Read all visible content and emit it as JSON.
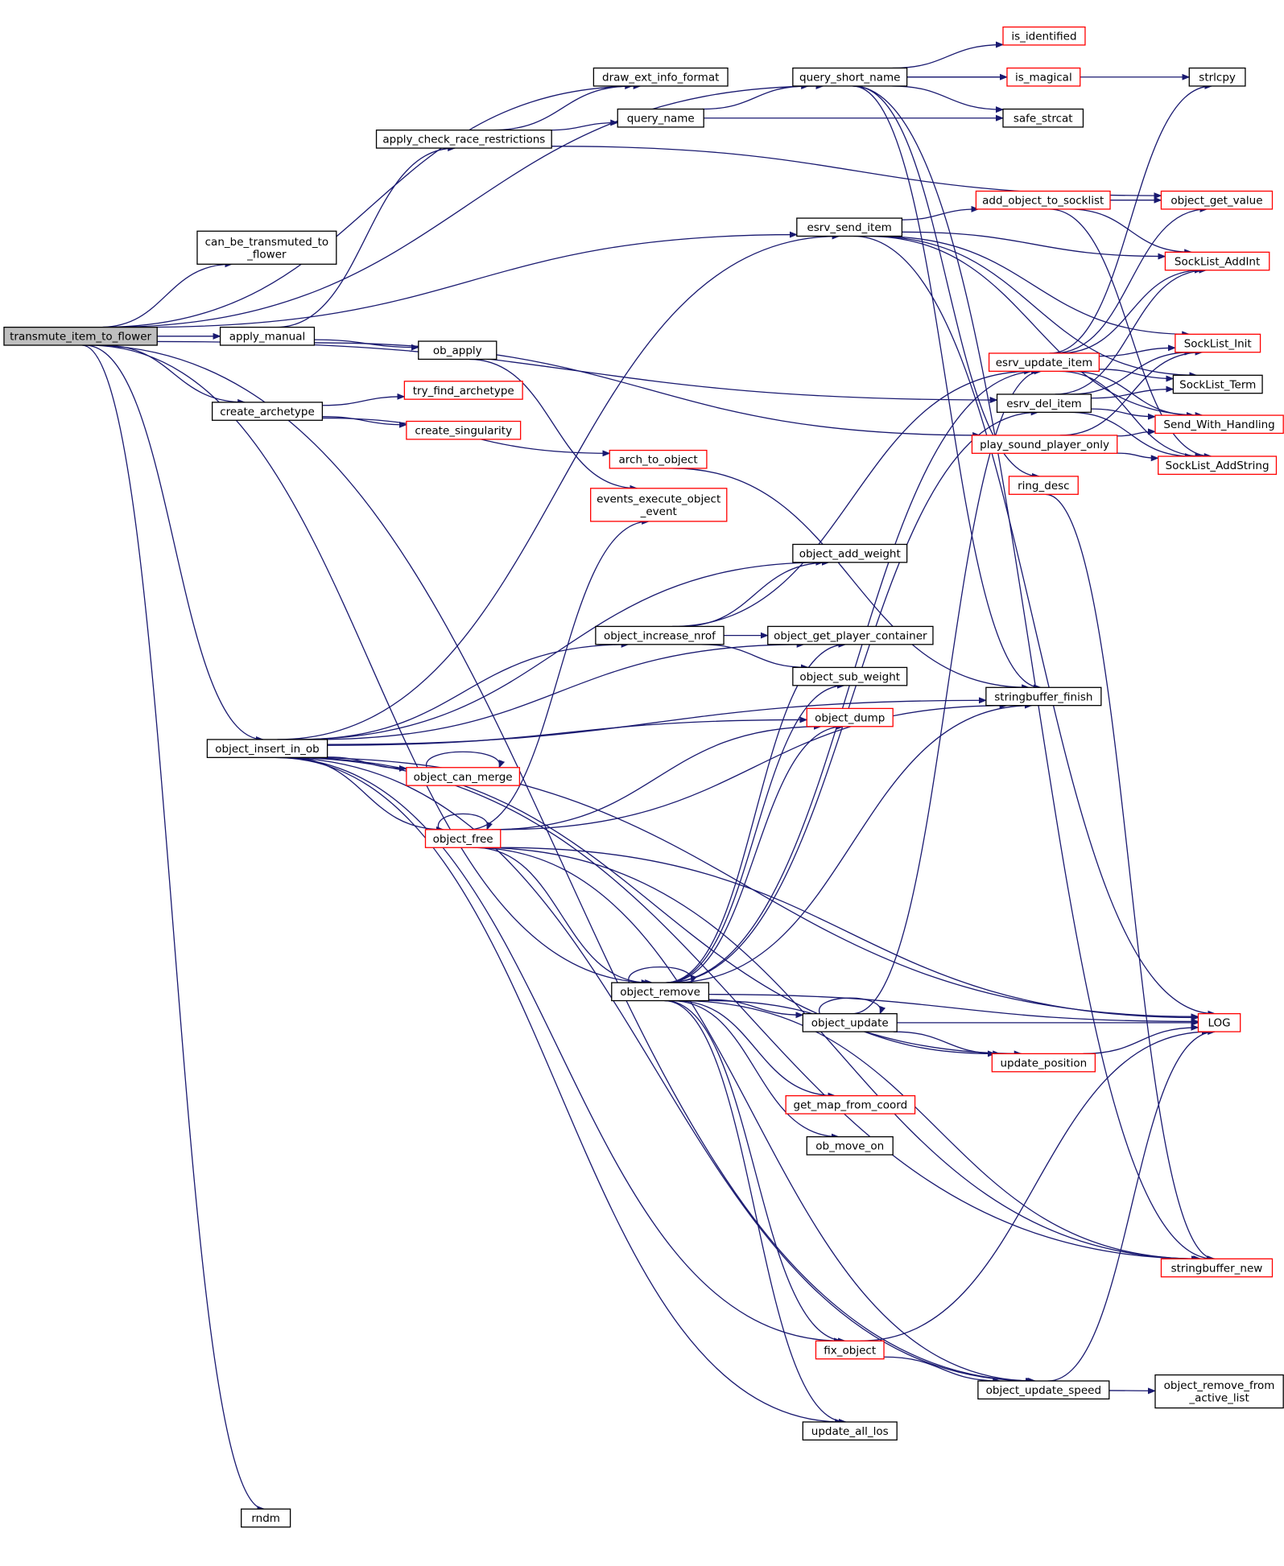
{
  "nodes": [
    {
      "id": "transmute_item_to_flower",
      "lines": [
        "transmute_item_to_flower"
      ],
      "kind": "root"
    },
    {
      "id": "can_be_transmuted_to_flower",
      "lines": [
        "can_be_transmuted_to",
        "_flower"
      ],
      "kind": "normal"
    },
    {
      "id": "apply_manual",
      "lines": [
        "apply_manual"
      ],
      "kind": "normal"
    },
    {
      "id": "create_archetype",
      "lines": [
        "create_archetype"
      ],
      "kind": "normal"
    },
    {
      "id": "object_insert_in_ob",
      "lines": [
        "object_insert_in_ob"
      ],
      "kind": "normal"
    },
    {
      "id": "rndm",
      "lines": [
        "rndm"
      ],
      "kind": "normal"
    },
    {
      "id": "apply_check_race_restrictions",
      "lines": [
        "apply_check_race_restrictions"
      ],
      "kind": "normal"
    },
    {
      "id": "ob_apply",
      "lines": [
        "ob_apply"
      ],
      "kind": "normal"
    },
    {
      "id": "try_find_archetype",
      "lines": [
        "try_find_archetype"
      ],
      "kind": "red"
    },
    {
      "id": "create_singularity",
      "lines": [
        "create_singularity"
      ],
      "kind": "red"
    },
    {
      "id": "arch_to_object",
      "lines": [
        "arch_to_object"
      ],
      "kind": "red"
    },
    {
      "id": "events_execute_object_event",
      "lines": [
        "events_execute_object",
        "_event"
      ],
      "kind": "red"
    },
    {
      "id": "draw_ext_info_format",
      "lines": [
        "draw_ext_info_format"
      ],
      "kind": "normal"
    },
    {
      "id": "query_name",
      "lines": [
        "query_name"
      ],
      "kind": "normal"
    },
    {
      "id": "object_can_merge",
      "lines": [
        "object_can_merge"
      ],
      "kind": "red"
    },
    {
      "id": "object_free",
      "lines": [
        "object_free"
      ],
      "kind": "red"
    },
    {
      "id": "query_short_name",
      "lines": [
        "query_short_name"
      ],
      "kind": "normal"
    },
    {
      "id": "esrv_send_item",
      "lines": [
        "esrv_send_item"
      ],
      "kind": "normal"
    },
    {
      "id": "object_add_weight",
      "lines": [
        "object_add_weight"
      ],
      "kind": "normal"
    },
    {
      "id": "object_increase_nrof",
      "lines": [
        "object_increase_nrof"
      ],
      "kind": "normal"
    },
    {
      "id": "object_get_player_container",
      "lines": [
        "object_get_player_container"
      ],
      "kind": "normal"
    },
    {
      "id": "object_sub_weight",
      "lines": [
        "object_sub_weight"
      ],
      "kind": "normal"
    },
    {
      "id": "object_dump",
      "lines": [
        "object_dump"
      ],
      "kind": "red"
    },
    {
      "id": "object_remove",
      "lines": [
        "object_remove"
      ],
      "kind": "normal"
    },
    {
      "id": "object_update",
      "lines": [
        "object_update"
      ],
      "kind": "normal"
    },
    {
      "id": "get_map_from_coord",
      "lines": [
        "get_map_from_coord"
      ],
      "kind": "red"
    },
    {
      "id": "ob_move_on",
      "lines": [
        "ob_move_on"
      ],
      "kind": "normal"
    },
    {
      "id": "fix_object",
      "lines": [
        "fix_object"
      ],
      "kind": "red"
    },
    {
      "id": "update_all_los",
      "lines": [
        "update_all_los"
      ],
      "kind": "normal"
    },
    {
      "id": "is_identified",
      "lines": [
        "is_identified"
      ],
      "kind": "red"
    },
    {
      "id": "is_magical",
      "lines": [
        "is_magical"
      ],
      "kind": "red"
    },
    {
      "id": "safe_strcat",
      "lines": [
        "safe_strcat"
      ],
      "kind": "normal"
    },
    {
      "id": "add_object_to_socklist",
      "lines": [
        "add_object_to_socklist"
      ],
      "kind": "red"
    },
    {
      "id": "esrv_update_item",
      "lines": [
        "esrv_update_item"
      ],
      "kind": "red"
    },
    {
      "id": "esrv_del_item",
      "lines": [
        "esrv_del_item"
      ],
      "kind": "normal"
    },
    {
      "id": "play_sound_player_only",
      "lines": [
        "play_sound_player_only"
      ],
      "kind": "red"
    },
    {
      "id": "ring_desc",
      "lines": [
        "ring_desc"
      ],
      "kind": "red"
    },
    {
      "id": "stringbuffer_finish",
      "lines": [
        "stringbuffer_finish"
      ],
      "kind": "normal"
    },
    {
      "id": "update_position",
      "lines": [
        "update_position"
      ],
      "kind": "red"
    },
    {
      "id": "object_update_speed",
      "lines": [
        "object_update_speed"
      ],
      "kind": "normal"
    },
    {
      "id": "strlcpy",
      "lines": [
        "strlcpy"
      ],
      "kind": "normal"
    },
    {
      "id": "object_get_value",
      "lines": [
        "object_get_value"
      ],
      "kind": "red"
    },
    {
      "id": "SockList_AddInt",
      "lines": [
        "SockList_AddInt"
      ],
      "kind": "red"
    },
    {
      "id": "SockList_Init",
      "lines": [
        "SockList_Init"
      ],
      "kind": "red"
    },
    {
      "id": "SockList_Term",
      "lines": [
        "SockList_Term"
      ],
      "kind": "normal"
    },
    {
      "id": "Send_With_Handling",
      "lines": [
        "Send_With_Handling"
      ],
      "kind": "red"
    },
    {
      "id": "SockList_AddString",
      "lines": [
        "SockList_AddString"
      ],
      "kind": "red"
    },
    {
      "id": "LOG",
      "lines": [
        "LOG"
      ],
      "kind": "red"
    },
    {
      "id": "stringbuffer_new",
      "lines": [
        "stringbuffer_new"
      ],
      "kind": "red"
    },
    {
      "id": "object_remove_from_active_list",
      "lines": [
        "object_remove_from",
        "_active_list"
      ],
      "kind": "normal"
    }
  ],
  "edges": [
    [
      "transmute_item_to_flower",
      "can_be_transmuted_to_flower"
    ],
    [
      "transmute_item_to_flower",
      "apply_manual"
    ],
    [
      "transmute_item_to_flower",
      "create_archetype"
    ],
    [
      "transmute_item_to_flower",
      "object_insert_in_ob"
    ],
    [
      "transmute_item_to_flower",
      "rndm"
    ],
    [
      "transmute_item_to_flower",
      "draw_ext_info_format"
    ],
    [
      "transmute_item_to_flower",
      "query_short_name"
    ],
    [
      "transmute_item_to_flower",
      "esrv_send_item"
    ],
    [
      "transmute_item_to_flower",
      "esrv_del_item"
    ],
    [
      "transmute_item_to_flower",
      "object_remove"
    ],
    [
      "transmute_item_to_flower",
      "object_update_speed"
    ],
    [
      "apply_manual",
      "apply_check_race_restrictions"
    ],
    [
      "apply_manual",
      "ob_apply"
    ],
    [
      "apply_manual",
      "play_sound_player_only"
    ],
    [
      "apply_check_race_restrictions",
      "draw_ext_info_format"
    ],
    [
      "apply_check_race_restrictions",
      "query_name"
    ],
    [
      "apply_check_race_restrictions",
      "object_get_value"
    ],
    [
      "ob_apply",
      "events_execute_object_event"
    ],
    [
      "create_archetype",
      "try_find_archetype"
    ],
    [
      "create_archetype",
      "create_singularity"
    ],
    [
      "create_archetype",
      "arch_to_object"
    ],
    [
      "arch_to_object",
      "stringbuffer_finish"
    ],
    [
      "query_name",
      "query_short_name"
    ],
    [
      "query_name",
      "safe_strcat"
    ],
    [
      "query_short_name",
      "strlcpy"
    ],
    [
      "query_short_name",
      "is_identified"
    ],
    [
      "query_short_name",
      "is_magical"
    ],
    [
      "query_short_name",
      "safe_strcat"
    ],
    [
      "query_short_name",
      "ring_desc"
    ],
    [
      "query_short_name",
      "stringbuffer_finish"
    ],
    [
      "query_short_name",
      "stringbuffer_new"
    ],
    [
      "esrv_send_item",
      "add_object_to_socklist"
    ],
    [
      "esrv_send_item",
      "SockList_AddInt"
    ],
    [
      "esrv_send_item",
      "SockList_Init"
    ],
    [
      "esrv_send_item",
      "SockList_Term"
    ],
    [
      "esrv_send_item",
      "Send_With_Handling"
    ],
    [
      "esrv_send_item",
      "LOG"
    ],
    [
      "add_object_to_socklist",
      "object_get_value"
    ],
    [
      "add_object_to_socklist",
      "SockList_AddInt"
    ],
    [
      "add_object_to_socklist",
      "SockList_AddString"
    ],
    [
      "esrv_update_item",
      "strlcpy"
    ],
    [
      "esrv_update_item",
      "object_get_value"
    ],
    [
      "esrv_update_item",
      "SockList_AddInt"
    ],
    [
      "esrv_update_item",
      "SockList_Init"
    ],
    [
      "esrv_update_item",
      "SockList_Term"
    ],
    [
      "esrv_update_item",
      "Send_With_Handling"
    ],
    [
      "esrv_update_item",
      "SockList_AddString"
    ],
    [
      "esrv_del_item",
      "SockList_AddInt"
    ],
    [
      "esrv_del_item",
      "SockList_Init"
    ],
    [
      "esrv_del_item",
      "SockList_Term"
    ],
    [
      "esrv_del_item",
      "Send_With_Handling"
    ],
    [
      "esrv_del_item",
      "SockList_AddString"
    ],
    [
      "play_sound_player_only",
      "SockList_Init"
    ],
    [
      "play_sound_player_only",
      "Send_With_Handling"
    ],
    [
      "play_sound_player_only",
      "SockList_AddString"
    ],
    [
      "ring_desc",
      "stringbuffer_new"
    ],
    [
      "object_insert_in_ob",
      "esrv_send_item"
    ],
    [
      "object_insert_in_ob",
      "object_add_weight"
    ],
    [
      "object_insert_in_ob",
      "object_increase_nrof"
    ],
    [
      "object_insert_in_ob",
      "object_get_player_container"
    ],
    [
      "object_insert_in_ob",
      "object_dump"
    ],
    [
      "object_insert_in_ob",
      "object_can_merge"
    ],
    [
      "object_insert_in_ob",
      "object_free"
    ],
    [
      "object_insert_in_ob",
      "stringbuffer_finish"
    ],
    [
      "object_insert_in_ob",
      "update_position"
    ],
    [
      "object_insert_in_ob",
      "LOG"
    ],
    [
      "object_insert_in_ob",
      "fix_object"
    ],
    [
      "object_insert_in_ob",
      "object_update_speed"
    ],
    [
      "object_insert_in_ob",
      "update_all_los"
    ],
    [
      "object_insert_in_ob",
      "stringbuffer_new"
    ],
    [
      "object_can_merge",
      "object_can_merge"
    ],
    [
      "object_free",
      "object_free"
    ],
    [
      "object_free",
      "events_execute_object_event"
    ],
    [
      "object_free",
      "object_dump"
    ],
    [
      "object_free",
      "stringbuffer_finish"
    ],
    [
      "object_free",
      "object_remove"
    ],
    [
      "object_free",
      "LOG"
    ],
    [
      "object_free",
      "stringbuffer_new"
    ],
    [
      "object_free",
      "object_update_speed"
    ],
    [
      "object_increase_nrof",
      "object_add_weight"
    ],
    [
      "object_increase_nrof",
      "object_get_player_container"
    ],
    [
      "object_increase_nrof",
      "object_sub_weight"
    ],
    [
      "object_increase_nrof",
      "esrv_update_item"
    ],
    [
      "object_remove",
      "object_remove"
    ],
    [
      "object_remove",
      "object_get_player_container"
    ],
    [
      "object_remove",
      "object_sub_weight"
    ],
    [
      "object_remove",
      "object_dump"
    ],
    [
      "object_remove",
      "stringbuffer_finish"
    ],
    [
      "object_remove",
      "esrv_update_item"
    ],
    [
      "object_remove",
      "esrv_del_item"
    ],
    [
      "object_remove",
      "object_update"
    ],
    [
      "object_remove",
      "LOG"
    ],
    [
      "object_remove",
      "update_position"
    ],
    [
      "object_remove",
      "get_map_from_coord"
    ],
    [
      "object_remove",
      "ob_move_on"
    ],
    [
      "object_remove",
      "stringbuffer_new"
    ],
    [
      "object_remove",
      "fix_object"
    ],
    [
      "object_remove",
      "update_all_los"
    ],
    [
      "object_update",
      "object_update"
    ],
    [
      "object_update",
      "esrv_update_item"
    ],
    [
      "object_update",
      "LOG"
    ],
    [
      "object_update",
      "update_position"
    ],
    [
      "update_position",
      "LOG"
    ],
    [
      "fix_object",
      "LOG"
    ],
    [
      "fix_object",
      "object_update_speed"
    ],
    [
      "object_update_speed",
      "object_remove_from_active_list"
    ],
    [
      "object_update_speed",
      "LOG"
    ]
  ]
}
